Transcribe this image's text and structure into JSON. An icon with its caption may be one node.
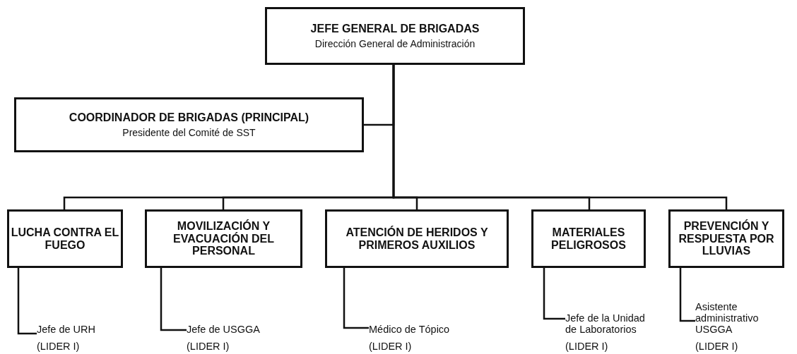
{
  "diagram": {
    "nodes": [
      {
        "text": [
          "JEFE GENERAL DE BRIGADAS",
          "Dirección General de Administración"
        ]
      },
      {
        "text": [
          "COORDINADOR DE BRIGADAS (PRINCIPAL)",
          "Presidente del Comité de SST"
        ]
      },
      {
        "text": [
          "LUCHA CONTRA EL FUEGO"
        ]
      },
      {
        "text": [
          "MOVILIZACIÓN Y EVACUACIÓN DEL PERSONAL"
        ]
      },
      {
        "text": [
          "ATENCIÓN DE HERIDOS Y PRIMEROS AUXILIOS"
        ]
      },
      {
        "text": [
          "MATERIALES PELIGROSOS"
        ]
      },
      {
        "text": [
          "PREVENCIÓN Y RESPUESTA POR LLUVIAS"
        ]
      },
      {
        "text": [
          "Jefe de URH",
          "(LIDER I)"
        ]
      },
      {
        "text": [
          "Jefe de USGGA",
          "(LIDER I)"
        ]
      },
      {
        "text": [
          "Médico de Tópico",
          "(LIDER I)"
        ]
      },
      {
        "text": [
          "Jefe de la Unidad de Laboratorios",
          "(LIDER I)"
        ]
      },
      {
        "text": [
          "Asistente administrativo USGGA",
          "(LIDER I)"
        ]
      }
    ],
    "edges": [
      {
        "from": 0,
        "to": 1,
        "arrow": "none"
      },
      {
        "from": 0,
        "to": 2,
        "arrow": "none"
      },
      {
        "from": 0,
        "to": 3,
        "arrow": "none"
      },
      {
        "from": 0,
        "to": 4,
        "arrow": "none"
      },
      {
        "from": 0,
        "to": 5,
        "arrow": "none"
      },
      {
        "from": 0,
        "to": 6,
        "arrow": "none"
      },
      {
        "from": 2,
        "to": 7,
        "arrow": "none"
      },
      {
        "from": 3,
        "to": 8,
        "arrow": "none"
      },
      {
        "from": 4,
        "to": 9,
        "arrow": "none"
      },
      {
        "from": 5,
        "to": 10,
        "arrow": "none"
      },
      {
        "from": 6,
        "to": 11,
        "arrow": "none"
      }
    ]
  }
}
